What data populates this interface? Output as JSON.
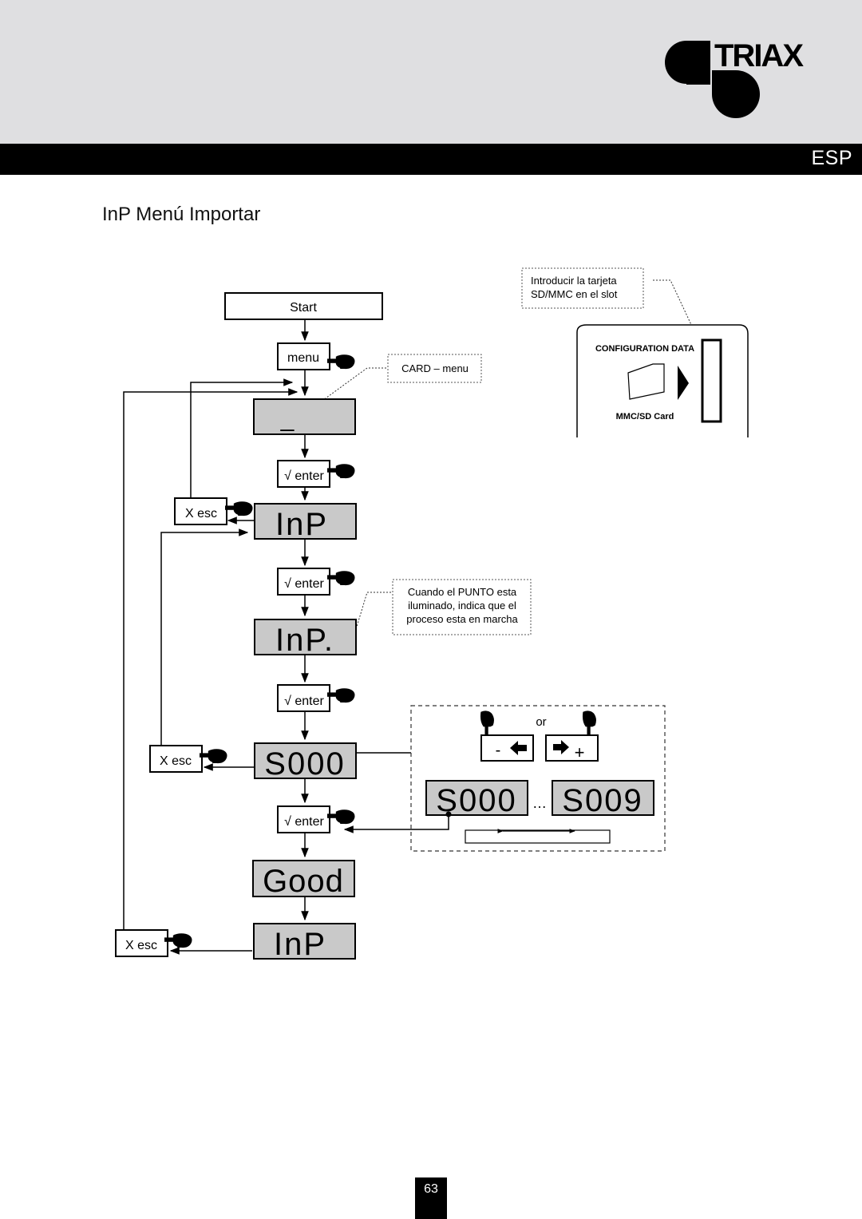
{
  "header": {
    "brand": "TRIAX",
    "language": "ESP"
  },
  "page": {
    "title": "InP Menú Importar",
    "number": "63"
  },
  "flow": {
    "start": "Start",
    "menu": "menu",
    "enter": "√ enter",
    "esc": "X esc",
    "or": "or",
    "minus": "-",
    "plus": "+",
    "ellipsis": "…"
  },
  "callouts": {
    "card_menu": "CARD – menu",
    "insert_card_line1": "Introducir la tarjeta",
    "insert_card_line2": "SD/MMC en el  slot",
    "punto_line1": "Cuando el PUNTO esta",
    "punto_line2": "iluminado, indica que el",
    "punto_line3": "proceso esta en marcha"
  },
  "card_slot": {
    "label_top": "CONFIGURATION DATA",
    "label_bottom": "MMC/SD Card"
  },
  "displays": {
    "idle": "_",
    "inp": "InP",
    "inp_running": "InP.",
    "slot_first": "S000",
    "slot_last": "S009",
    "good": "Good"
  },
  "colors": {
    "lcd_background": "#c9c9c9",
    "header_band": "#dfdfe1",
    "bar": "#000000"
  }
}
